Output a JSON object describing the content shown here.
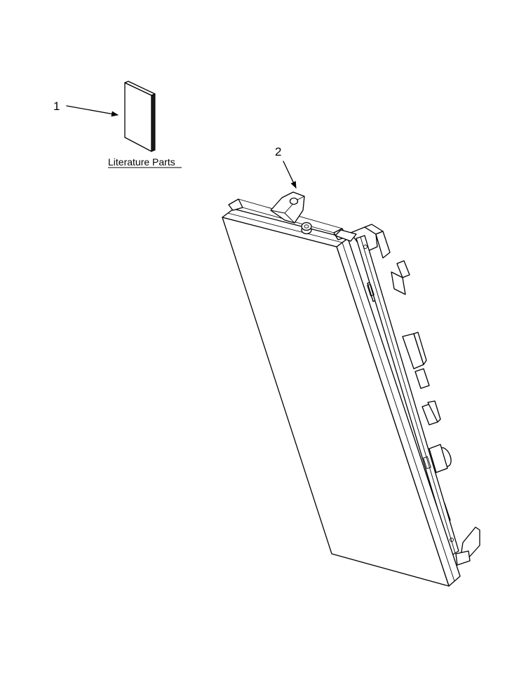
{
  "callouts": [
    {
      "id": "1",
      "label": "1"
    },
    {
      "id": "2",
      "label": "2"
    }
  ],
  "literature": {
    "caption": "Literature Parts"
  }
}
